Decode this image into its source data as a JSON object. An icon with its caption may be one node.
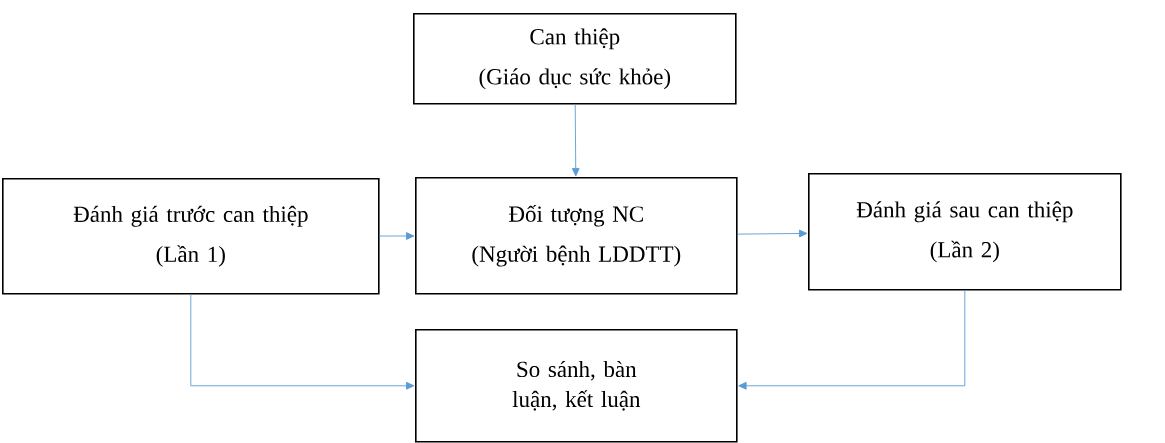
{
  "diagram": {
    "nodes": [
      {
        "text": [
          "Can thiệp",
          "(Giáo dục sức khỏe)"
        ]
      },
      {
        "text": [
          "Đánh giá trước can thiệp",
          "(Lần 1)"
        ]
      },
      {
        "text": [
          "Đối tượng NC",
          "(Người bệnh LDDTT)"
        ]
      },
      {
        "text": [
          "Đánh giá sau can thiệp",
          "(Lần 2)"
        ]
      },
      {
        "text": [
          "So sánh, bàn luận, kết luận"
        ]
      }
    ],
    "edges": [
      {
        "from": 0,
        "to": 2,
        "arrow": "to"
      },
      {
        "from": 1,
        "to": 2,
        "arrow": "to"
      },
      {
        "from": 2,
        "to": 3,
        "arrow": "to"
      },
      {
        "from": 1,
        "to": 4,
        "arrow": "to"
      },
      {
        "from": 3,
        "to": 4,
        "arrow": "to"
      }
    ]
  }
}
